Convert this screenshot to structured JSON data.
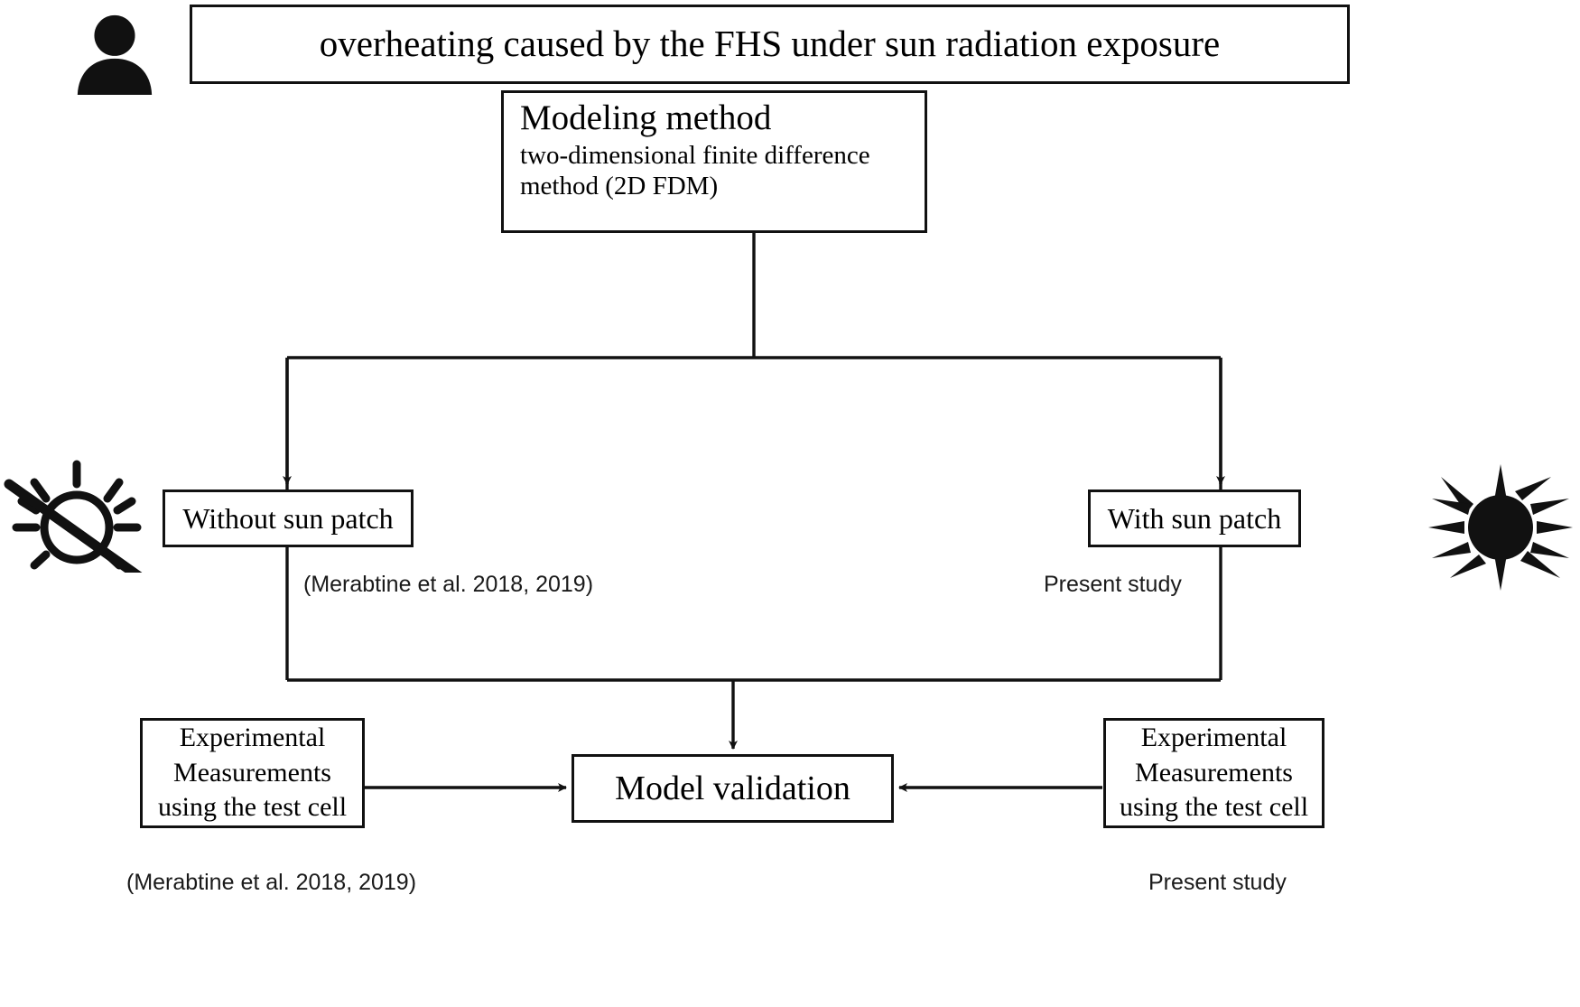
{
  "diagram": {
    "title_box": {
      "text": "overheating caused by the FHS under sun radiation exposure"
    },
    "modeling": {
      "heading": "Modeling method",
      "body_line1": "two-dimensional finite difference",
      "body_line2": "method (2D FDM)"
    },
    "branches": {
      "left": {
        "label": "Without sun patch",
        "caption": "(Merabtine et al. 2018, 2019)"
      },
      "right": {
        "label": "With sun patch",
        "caption": "Present study"
      }
    },
    "validation": {
      "label": "Model validation"
    },
    "experiments": {
      "left": {
        "line1": "Experimental",
        "line2": "Measurements",
        "line3": "using the test cell",
        "caption": "(Merabtine et al. 2018, 2019)"
      },
      "right": {
        "line1": "Experimental",
        "line2": "Measurements",
        "line3": "using the test cell",
        "caption": "Present study"
      }
    },
    "icons": {
      "person": "person-icon",
      "no_sun": "no-sun-icon",
      "sun": "sun-icon"
    },
    "colors": {
      "stroke": "#111111",
      "background": "#ffffff",
      "caption_text": "#1a1a1a"
    }
  }
}
